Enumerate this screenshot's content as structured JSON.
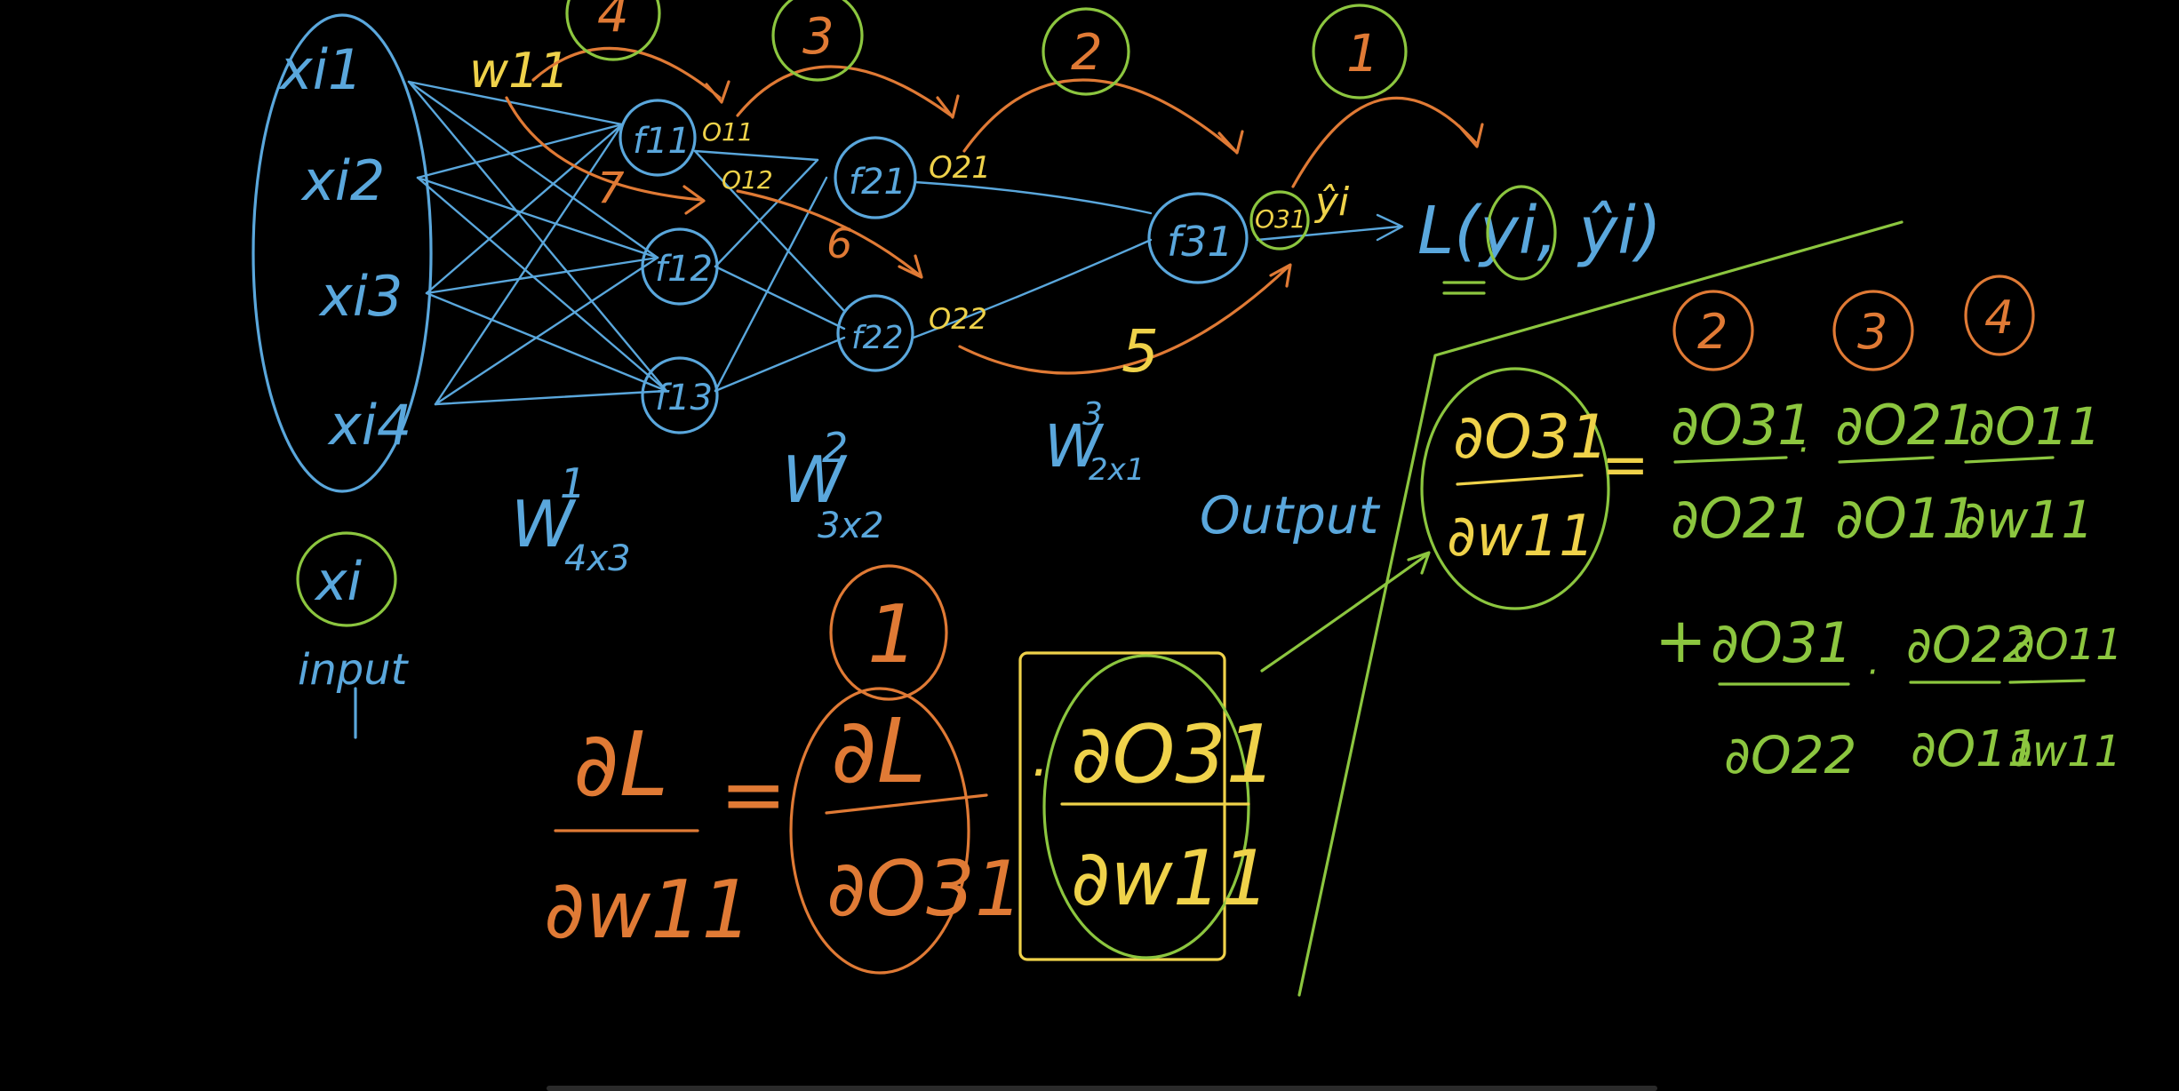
{
  "colors": {
    "background": "#000000",
    "network": "#5aa7dc",
    "path_annotations": "#e07a35",
    "labels": "#efd24a",
    "chain_rule": "#8cc63f"
  },
  "inputs": [
    "xi1",
    "xi2",
    "xi3",
    "xi4"
  ],
  "input_circle": "xi",
  "input_label": "input",
  "hidden_layer_1": [
    "f11",
    "f12",
    "f13"
  ],
  "hidden_layer_2": [
    "f21",
    "f22"
  ],
  "output_node": "f31",
  "edge_labels": {
    "o11": "O11",
    "o12": "O12",
    "o21": "O21",
    "o22": "O22",
    "o31": "O31",
    "y_hat": "ŷi",
    "w11": "w11"
  },
  "weights": {
    "w1": {
      "symbol": "W",
      "sup": "1",
      "sub": "4x3"
    },
    "w2": {
      "symbol": "W",
      "sup": "2",
      "sub": "3x2"
    },
    "w3": {
      "symbol": "W",
      "sup": "3",
      "sub": "2x1"
    }
  },
  "output_label": "Output",
  "loss_expr": "L(yi, ŷi)",
  "path_numbers_top": [
    "4",
    "3",
    "2",
    "1"
  ],
  "path_numbers_mid": [
    "7",
    "6",
    "5"
  ],
  "main_equation": {
    "lhs_num": "∂L",
    "lhs_den": "∂w11",
    "equals": "=",
    "term1_num": "∂L",
    "term1_den": "∂O31",
    "term1_tag": "1",
    "dot": "·",
    "term2_num": "∂O31",
    "term2_den": "∂w11"
  },
  "expansion": {
    "lhs_num": "∂O31",
    "lhs_den": "∂w11",
    "equals": "=",
    "tags": [
      "2",
      "3",
      "4"
    ],
    "row1": [
      {
        "num": "∂O31",
        "den": "∂O21"
      },
      {
        "num": "∂O21",
        "den": "∂O11"
      },
      {
        "num": "∂O11",
        "den": "∂w11"
      }
    ],
    "plus": "+",
    "row2": [
      {
        "num": "∂O31",
        "den": "∂O22"
      },
      {
        "num": "∂O22",
        "den": "∂O11"
      },
      {
        "num": "∂O11",
        "den": "∂w11"
      }
    ]
  }
}
